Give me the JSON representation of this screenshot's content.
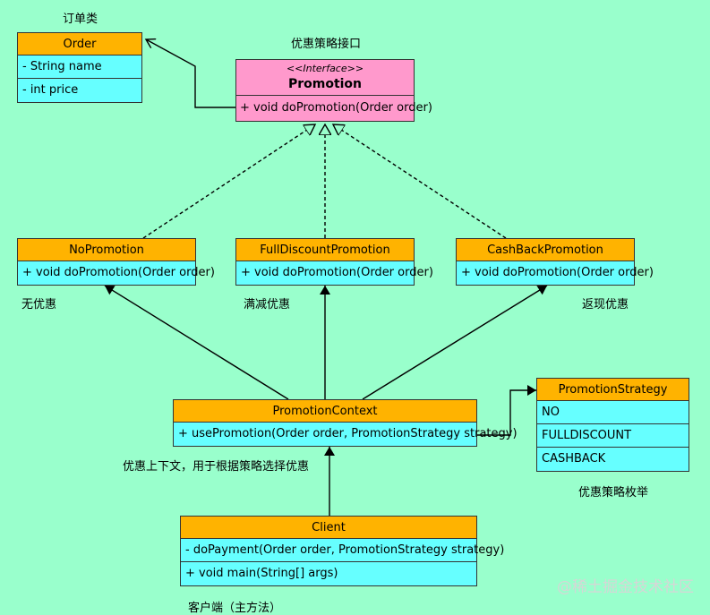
{
  "labels": {
    "order_class": "订单类",
    "promotion_interface": "优惠策略接口",
    "no_promotion": "无优惠",
    "full_discount": "满减优惠",
    "cash_back": "返现优惠",
    "context": "优惠上下文，用于根据策略选择优惠",
    "strategy_enum": "优惠策略枚举",
    "client": "客户端（主方法）"
  },
  "order": {
    "name": "Order",
    "fields": [
      "- String name",
      "- int price"
    ]
  },
  "promotion": {
    "stereotype": "<<Interface>>",
    "name": "Promotion",
    "method": "+ void doPromotion(Order order)"
  },
  "no_promotion": {
    "name": "NoPromotion",
    "method": "+ void doPromotion(Order order)"
  },
  "full_discount_promotion": {
    "name": "FullDiscountPromotion",
    "method": "+ void doPromotion(Order order)"
  },
  "cash_back_promotion": {
    "name": "CashBackPromotion",
    "method": "+ void doPromotion(Order order)"
  },
  "promotion_context": {
    "name": "PromotionContext",
    "method": "+ usePromotion(Order order, PromotionStrategy strategy)"
  },
  "promotion_strategy": {
    "name": "PromotionStrategy",
    "values": [
      "NO",
      "FULLDISCOUNT",
      "CASHBACK"
    ]
  },
  "client": {
    "name": "Client",
    "methods": [
      "- doPayment(Order order, PromotionStrategy strategy)",
      "+ void main(String[] args)"
    ]
  },
  "watermark": "@稀土掘金技术社区"
}
